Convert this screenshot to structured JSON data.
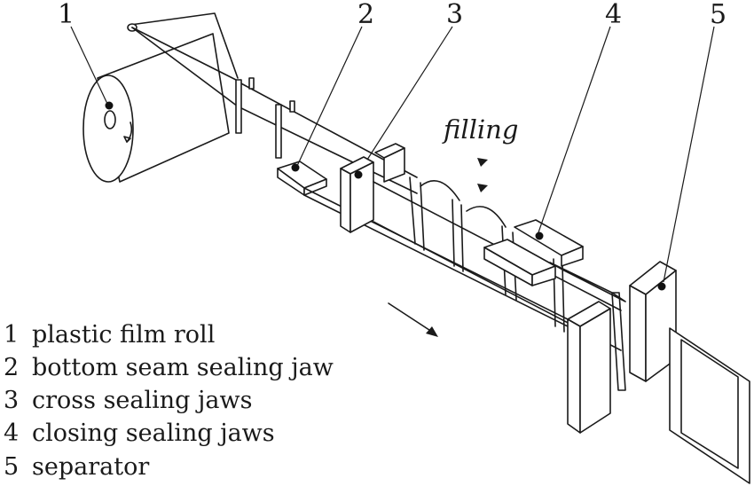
{
  "diagram": {
    "callouts": [
      {
        "id": "1",
        "text": "1"
      },
      {
        "id": "2",
        "text": "2"
      },
      {
        "id": "3",
        "text": "3"
      },
      {
        "id": "4",
        "text": "4"
      },
      {
        "id": "5",
        "text": "5"
      }
    ],
    "filling_label": "filling",
    "legend": [
      {
        "num": "1",
        "text": "plastic film roll"
      },
      {
        "num": "2",
        "text": "bottom seam sealing jaw"
      },
      {
        "num": "3",
        "text": "cross sealing jaws"
      },
      {
        "num": "4",
        "text": "closing sealing jaws"
      },
      {
        "num": "5",
        "text": "separator"
      }
    ]
  }
}
